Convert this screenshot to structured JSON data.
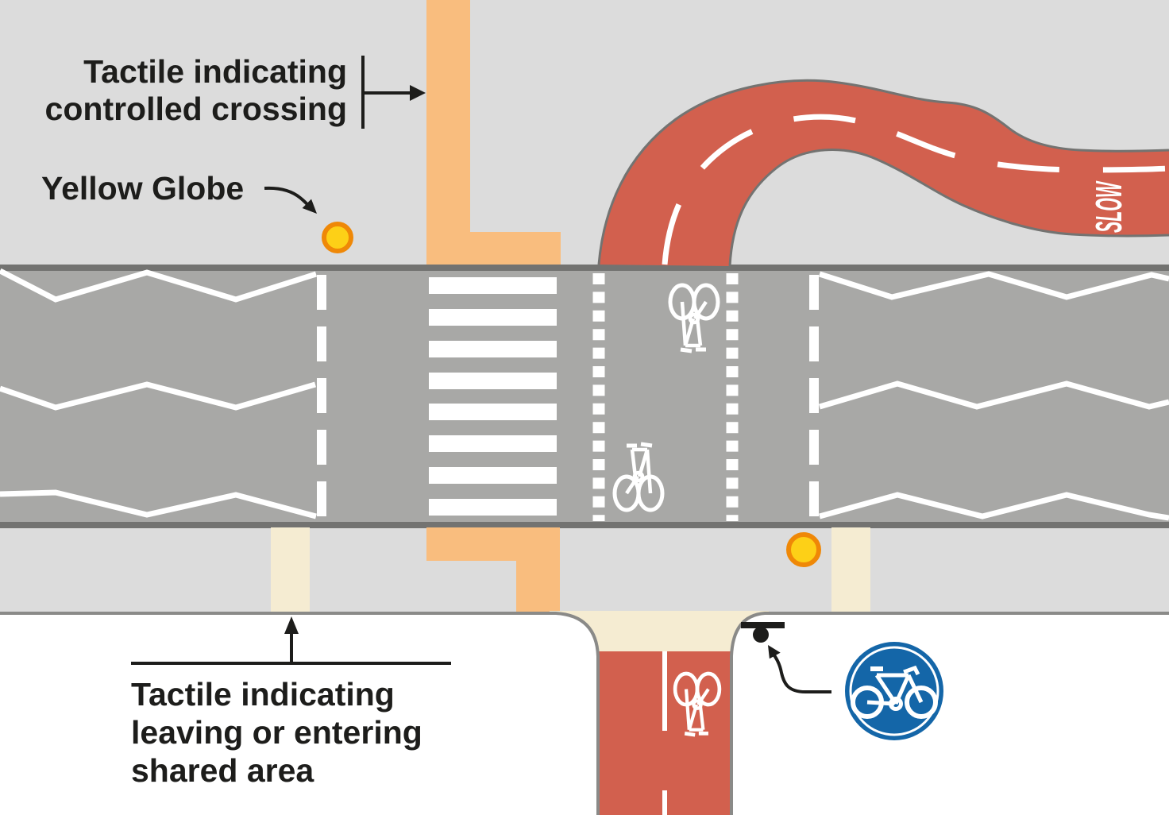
{
  "diagram": {
    "title": "Shared area controlled crossing diagram",
    "annotations": {
      "controlled_crossing": {
        "line1": "Tactile indicating",
        "line2": "controlled crossing"
      },
      "yellow_globe_label": "Yellow Globe",
      "shared_area": {
        "line1": "Tactile indicating",
        "line2": "leaving or entering",
        "line3": "shared area"
      }
    },
    "road_markings": {
      "slow_text": "SLOW"
    },
    "icons": {
      "yellow_globe": "yellow-globe-icon",
      "beacon_pole": "beacon-pole-icon",
      "cycle_route_sign": "cycle-route-sign",
      "bicycle_marking": "bicycle-marking-icon"
    },
    "colors": {
      "background_gray": "#dcdcdc",
      "road_gray": "#a8a8a6",
      "road_border_gray": "#737371",
      "curb_gray": "#8a8a88",
      "marking_white": "#ffffff",
      "cycle_track_red": "#d2604e",
      "tactile_orange": "#f9bd7e",
      "tactile_cream": "#f5ecd2",
      "globe_yellow": "#fdd017",
      "globe_ring_orange": "#ef8807",
      "sign_blue": "#1466a8",
      "annotation_black": "#1d1d1b",
      "white_area": "#ffffff"
    }
  }
}
